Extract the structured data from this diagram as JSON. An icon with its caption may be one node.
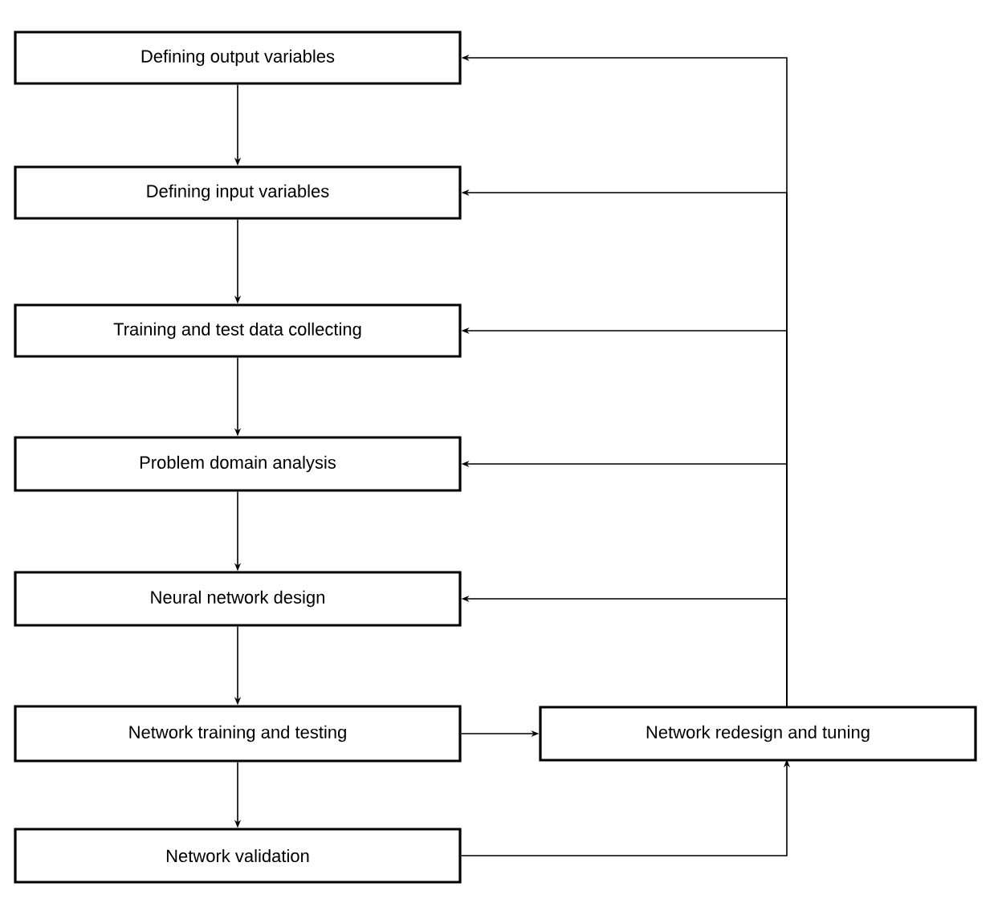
{
  "diagram": {
    "nodes": [
      {
        "text": [
          "Defining output variables"
        ]
      },
      {
        "text": [
          "Defining input variables"
        ]
      },
      {
        "text": [
          "Training and test data collecting"
        ]
      },
      {
        "text": [
          "Problem domain analysis"
        ]
      },
      {
        "text": [
          "Neural network design"
        ]
      },
      {
        "text": [
          "Network training and testing"
        ]
      },
      {
        "text": [
          "Network validation"
        ]
      },
      {
        "text": [
          "Network redesign and tuning"
        ]
      }
    ],
    "edges": [
      {
        "from": 0,
        "to": 1,
        "arrow": "to"
      },
      {
        "from": 1,
        "to": 2,
        "arrow": "to"
      },
      {
        "from": 2,
        "to": 3,
        "arrow": "to"
      },
      {
        "from": 3,
        "to": 4,
        "arrow": "to"
      },
      {
        "from": 4,
        "to": 5,
        "arrow": "to"
      },
      {
        "from": 5,
        "to": 6,
        "arrow": "to"
      },
      {
        "from": 5,
        "to": 7,
        "arrow": "to"
      },
      {
        "from": 6,
        "to": 7,
        "arrow": "to"
      },
      {
        "from": 7,
        "to": 0,
        "arrow": "to"
      },
      {
        "from": 7,
        "to": 1,
        "arrow": "to"
      },
      {
        "from": 7,
        "to": 2,
        "arrow": "to"
      },
      {
        "from": 7,
        "to": 3,
        "arrow": "to"
      },
      {
        "from": 7,
        "to": 4,
        "arrow": "to"
      }
    ]
  }
}
